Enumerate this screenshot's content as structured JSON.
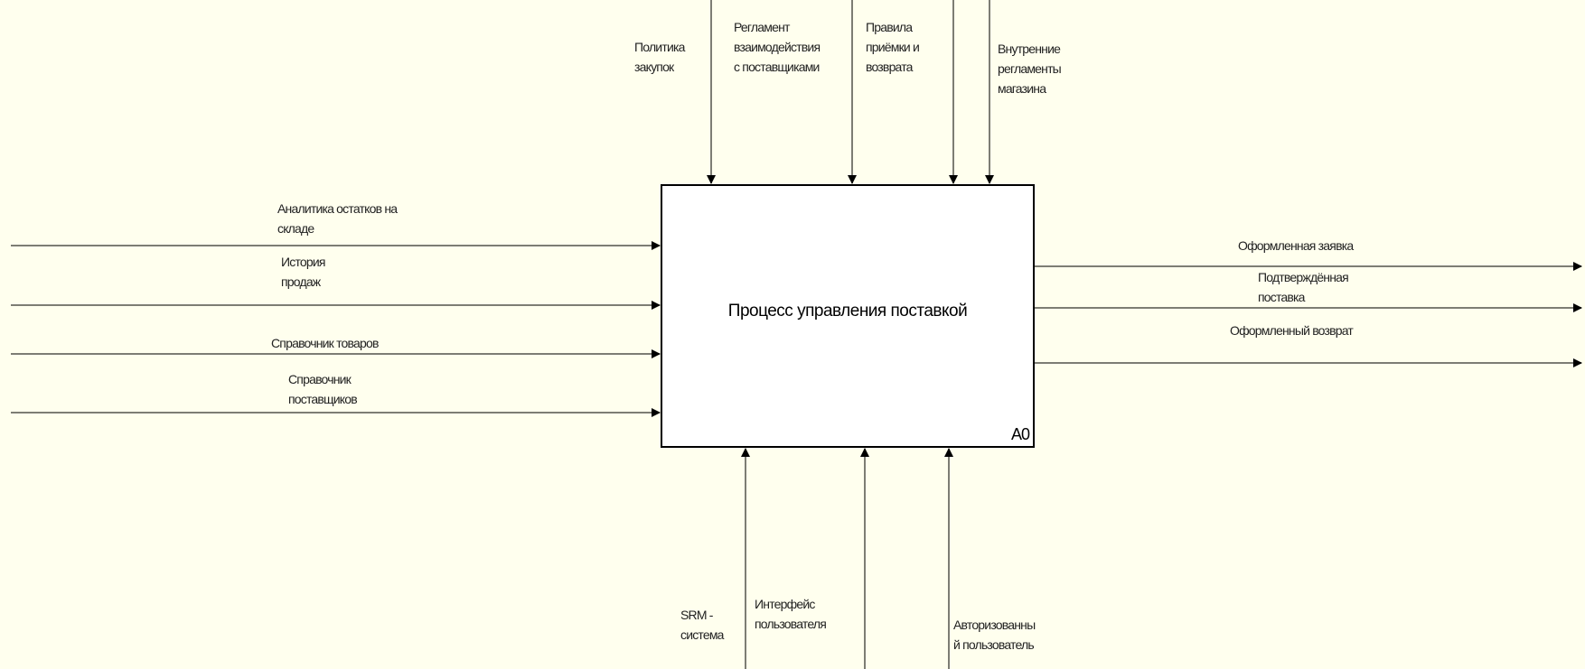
{
  "diagram": {
    "type": "IDEF0",
    "activity": {
      "title": "Процесс управления поставкой",
      "node": "A0"
    },
    "colors": {
      "background": "#FFFFEE",
      "box_fill": "#FFFFFF",
      "line": "#7d7d74",
      "text": "#222222"
    },
    "controls": [
      {
        "label": "Политика\nзакупок"
      },
      {
        "label": "Регламент\nвзаимодействия\nс поставщиками"
      },
      {
        "label": "Правила\nприёмки и\nвозврата"
      },
      {
        "label": "Внутренние\nрегламенты\nмагазина"
      }
    ],
    "inputs": [
      {
        "label": "Аналитика остатков на\nскладе"
      },
      {
        "label": "История\nпродаж"
      },
      {
        "label": "Справочник товаров"
      },
      {
        "label": "Справочник\nпоставщиков"
      }
    ],
    "outputs": [
      {
        "label": "Оформленная заявка"
      },
      {
        "label": "Подтверждённая\nпоставка"
      },
      {
        "label": "Оформленный возврат"
      }
    ],
    "mechanisms": [
      {
        "label": "SRM -\nсистема"
      },
      {
        "label": "Интерфейс\nпользователя"
      },
      {
        "label": "Авторизованны\nй пользователь"
      }
    ]
  }
}
